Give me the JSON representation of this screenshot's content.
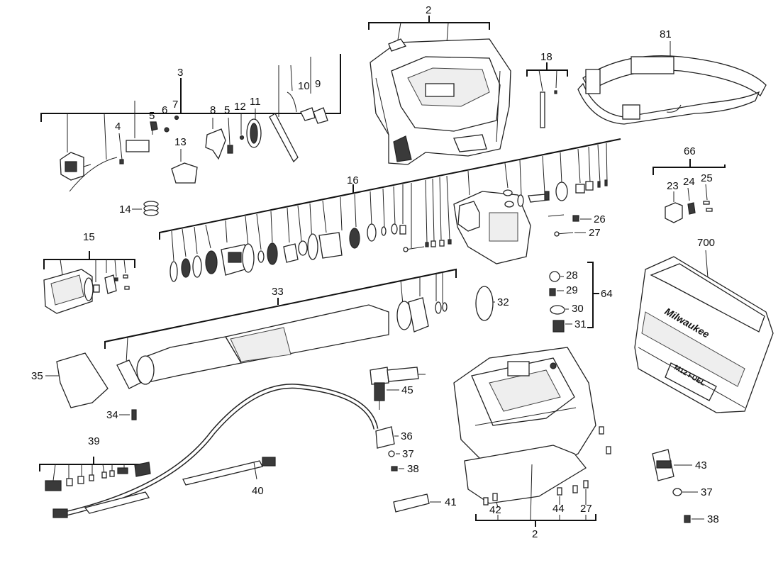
{
  "labels": {
    "n2_top": "2",
    "n3": "3",
    "n4": "4",
    "n5a": "5",
    "n6": "6",
    "n7": "7",
    "n8": "8",
    "n5b": "5",
    "n12": "12",
    "n11": "11",
    "n10": "10",
    "n9": "9",
    "n13": "13",
    "n14": "14",
    "n15": "15",
    "n16": "16",
    "n18": "18",
    "n81": "81",
    "n66": "66",
    "n23": "23",
    "n24": "24",
    "n25": "25",
    "n26": "26",
    "n27a": "27",
    "n700": "700",
    "n28": "28",
    "n29": "29",
    "n30": "30",
    "n31": "31",
    "n64": "64",
    "n32": "32",
    "n33": "33",
    "n35": "35",
    "n34": "34",
    "n45": "45",
    "n36": "36",
    "n37a": "37",
    "n38a": "38",
    "n39": "39",
    "n40": "40",
    "n41": "41",
    "n42": "42",
    "n44": "44",
    "n27b": "27",
    "n2_bottom": "2",
    "n43": "43",
    "n37b": "37",
    "n38b": "38"
  },
  "case_brand": "Milwaukee",
  "case_badge": "M12 FUEL"
}
